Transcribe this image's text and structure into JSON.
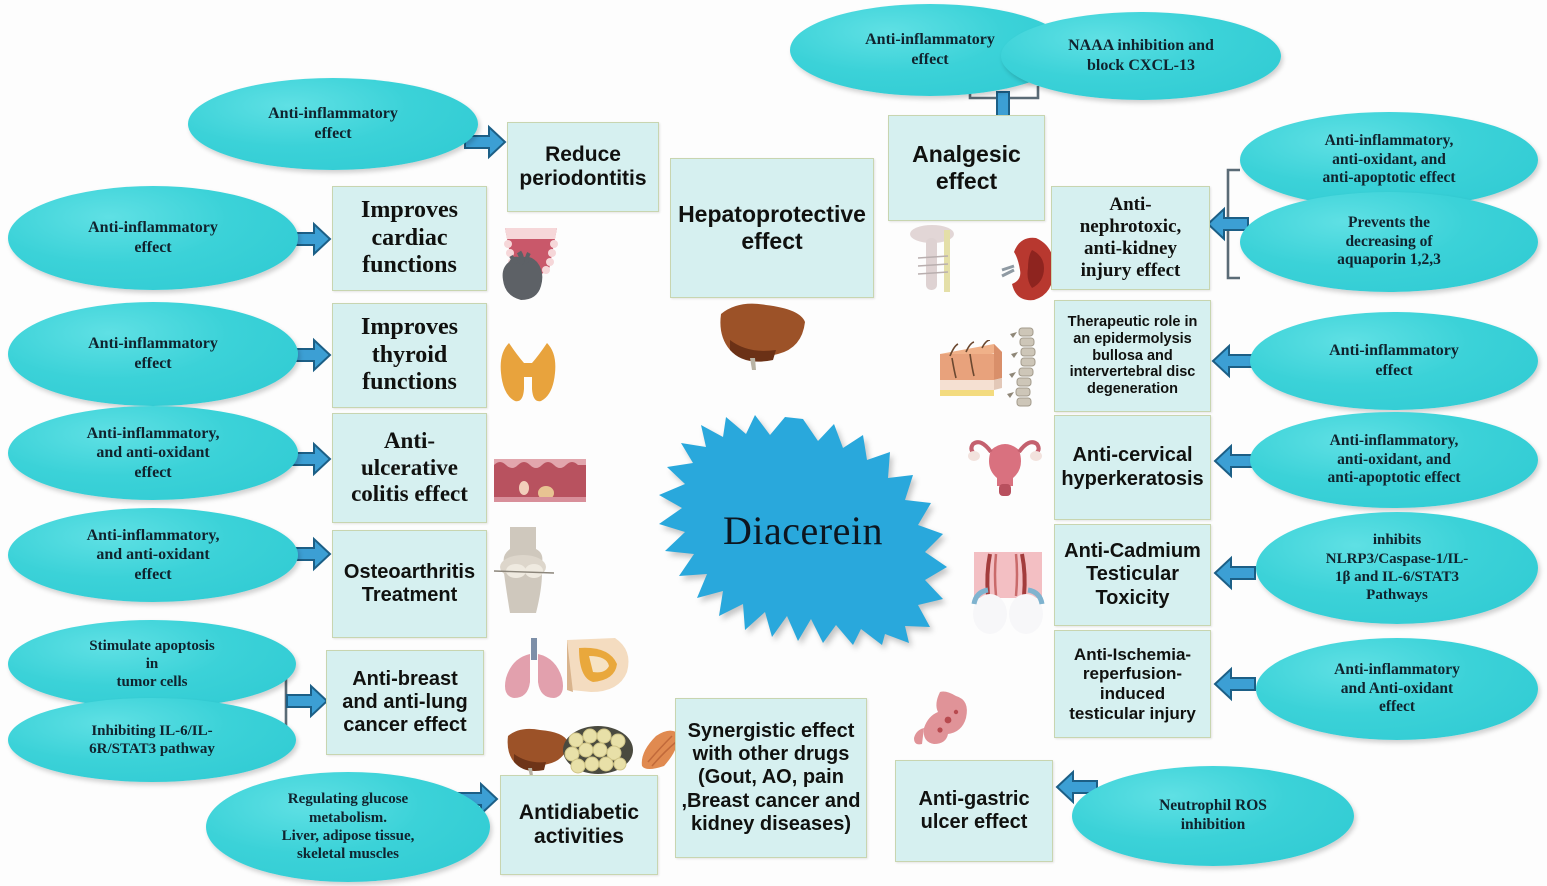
{
  "center": {
    "label": "Diacerein",
    "shape": "starburst",
    "fill": "#29a8dc",
    "points": 24
  },
  "colors": {
    "oval_fill": "#3bd2d8",
    "box_fill": "#d6f0f0",
    "box_border": "#c8d5b0",
    "arrow_fill": "#3c9fd4",
    "arrow_border": "#1c5f86",
    "bracket": "#5a6b76",
    "text_dark": "#10232e"
  },
  "causes": [
    {
      "id": "c-periodontitis",
      "text": "Anti-inflammatory\neffect"
    },
    {
      "id": "c-cardiac",
      "text": "Anti-inflammatory\neffect"
    },
    {
      "id": "c-thyroid",
      "text": "Anti-inflammatory\neffect"
    },
    {
      "id": "c-colitis",
      "text": "Anti-inflammatory,\nand anti-oxidant\neffect"
    },
    {
      "id": "c-osteoarthritis",
      "text": "Anti-inflammatory,\nand anti-oxidant\neffect"
    },
    {
      "id": "c-apoptosis",
      "text": "Stimulate  apoptosis\nin\ntumor cells"
    },
    {
      "id": "c-il6r",
      "text": "Inhibiting  IL-6/IL-\n6R/STAT3 pathway"
    },
    {
      "id": "c-glucose",
      "text": "Regulating  glucose\nmetabolism.\nLiver, adipose tissue,\nskeletal muscles"
    },
    {
      "id": "c-analgesic-1",
      "text": "Anti-inflammatory\neffect"
    },
    {
      "id": "c-analgesic-2",
      "text": "NAAA inhibition  and\nblock CXCL-13"
    },
    {
      "id": "c-kidney-1",
      "text": "Anti-inflammatory,\nanti-oxidant, and\nanti-apoptotic  effect"
    },
    {
      "id": "c-kidney-2",
      "text": "Prevents the\ndecreasing  of\naquaporin 1,2,3"
    },
    {
      "id": "c-epidermolysis",
      "text": "Anti-inflammatory\neffect"
    },
    {
      "id": "c-cervical",
      "text": "Anti-inflammatory,\nanti-oxidant,  and\nanti-apoptotic  effect"
    },
    {
      "id": "c-cadmium",
      "text": "inhibits\nNLRP3/Caspase-1/IL-\n1β and IL-6/STAT3\nPathways"
    },
    {
      "id": "c-ischemia",
      "text": "Anti-inflammatory\nand Anti-oxidant\neffect"
    },
    {
      "id": "c-neutrophil",
      "text": "Neutrophil ROS\ninhibition"
    }
  ],
  "effects": [
    {
      "id": "e-periodontitis",
      "text": "Reduce\nperiodontitis"
    },
    {
      "id": "e-cardiac",
      "text": "Improves\ncardiac\nfunctions"
    },
    {
      "id": "e-thyroid",
      "text": "Improves\nthyroid\nfunctions"
    },
    {
      "id": "e-colitis",
      "text": "Anti-\nulcerative\ncolitis effect"
    },
    {
      "id": "e-osteoarthritis",
      "text": "Osteoarthritis\nTreatment"
    },
    {
      "id": "e-cancer",
      "text": "Anti-breast\nand anti-lung\ncancer effect"
    },
    {
      "id": "e-antidiabetic",
      "text": "Antidiabetic\nactivities"
    },
    {
      "id": "e-hepato",
      "text": "Hepatoprotective\neffect"
    },
    {
      "id": "e-analgesic",
      "text": "Analgesic\neffect"
    },
    {
      "id": "e-kidney",
      "text": "Anti-\nnephrotoxic,\nanti-kidney\ninjury effect"
    },
    {
      "id": "e-epidermolysis",
      "text": "Therapeutic role in\nan epidermolysis\nbullosa and\nintervertebral  disc\ndegeneration"
    },
    {
      "id": "e-cervical",
      "text": "Anti-cervical\nhyperkeratosis"
    },
    {
      "id": "e-cadmium",
      "text": "Anti-Cadmium\nTesticular\nToxicity"
    },
    {
      "id": "e-ischemia",
      "text": "Anti-Ischemia-\nreperfusion-\ninduced\ntesticular injury"
    },
    {
      "id": "e-gastric",
      "text": "Anti-gastric\nulcer effect"
    },
    {
      "id": "e-synergistic",
      "text": "Synergistic effect\nwith other drugs\n(Gout, AO, pain\n,Breast cancer and\nkidney diseases)"
    }
  ],
  "illustrations": [
    {
      "id": "img-gum",
      "name": "gum-teeth-illustration"
    },
    {
      "id": "img-heart",
      "name": "heart-illustration"
    },
    {
      "id": "img-thyroid",
      "name": "thyroid-gland-illustration"
    },
    {
      "id": "img-colon",
      "name": "inflamed-colon-tissue-illustration"
    },
    {
      "id": "img-knee",
      "name": "knee-joint-illustration"
    },
    {
      "id": "img-lung",
      "name": "lungs-illustration"
    },
    {
      "id": "img-breast",
      "name": "breast-cross-section-illustration"
    },
    {
      "id": "img-liver2",
      "name": "liver-illustration"
    },
    {
      "id": "img-fat",
      "name": "adipose-tissue-illustration"
    },
    {
      "id": "img-muscle",
      "name": "skeletal-muscle-illustration"
    },
    {
      "id": "img-pancreas",
      "name": "pancreas-illustration"
    },
    {
      "id": "img-liver",
      "name": "liver-illustration"
    },
    {
      "id": "img-nerve",
      "name": "nerve-pain-illustration"
    },
    {
      "id": "img-kidney",
      "name": "kidney-illustration"
    },
    {
      "id": "img-skin",
      "name": "skin-layers-illustration"
    },
    {
      "id": "img-spine",
      "name": "spine-illustration"
    },
    {
      "id": "img-uterus",
      "name": "uterus-cervix-illustration"
    },
    {
      "id": "img-testis",
      "name": "testicles-illustration"
    },
    {
      "id": "img-stomach",
      "name": "stomach-illustration"
    }
  ]
}
